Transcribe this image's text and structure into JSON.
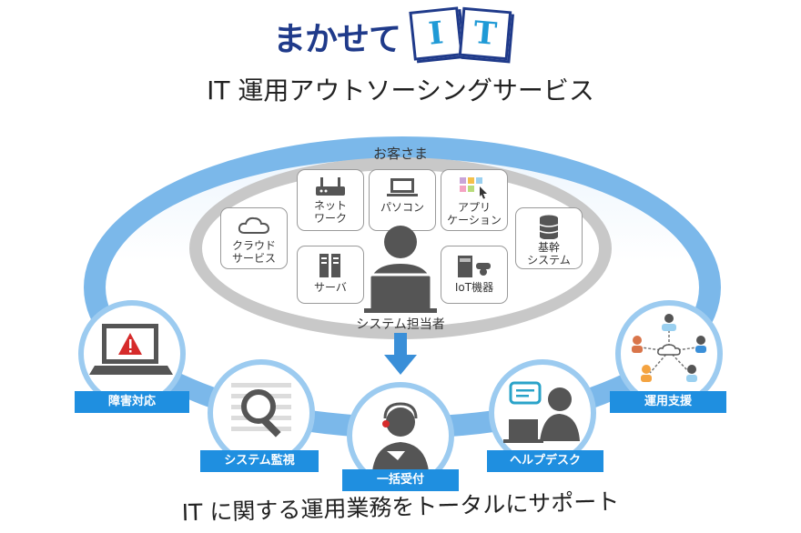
{
  "header": {
    "logo_text": "まかせて",
    "logo_letter_1": "I",
    "logo_letter_2": "T",
    "subtitle": "IT 運用アウトソーシングサービス"
  },
  "customer": {
    "label": "お客さま",
    "admin_label": "システム担当者",
    "items": [
      {
        "label": "ネット\nワーク",
        "icon": "router-icon"
      },
      {
        "label": "パソコン",
        "icon": "laptop-icon"
      },
      {
        "label": "アプリ\nケーション",
        "icon": "app-grid-icon"
      },
      {
        "label": "クラウド\nサービス",
        "icon": "cloud-icon"
      },
      {
        "label": "基幹\nシステム",
        "icon": "database-icon"
      },
      {
        "label": "サーバ",
        "icon": "server-icon"
      },
      {
        "label": "IoT機器",
        "icon": "iot-device-icon"
      }
    ]
  },
  "services": [
    {
      "label": "障害対応",
      "icon": "warning-laptop-icon"
    },
    {
      "label": "システム監視",
      "icon": "magnifier-icon"
    },
    {
      "label": "一括受付",
      "icon": "headset-operator-icon"
    },
    {
      "label": "ヘルプデスク",
      "icon": "chat-support-icon"
    },
    {
      "label": "運用支援",
      "icon": "network-people-icon"
    }
  ],
  "tagline": "IT に関する運用業務をトータルにサポート",
  "colors": {
    "brand_navy": "#1f3a8a",
    "accent_blue": "#1f8fe0",
    "outer_ring": "#7bb8ea",
    "inner_ring": "#c8c8c8",
    "icon_gray": "#555555",
    "warning_red": "#d62b2b"
  }
}
